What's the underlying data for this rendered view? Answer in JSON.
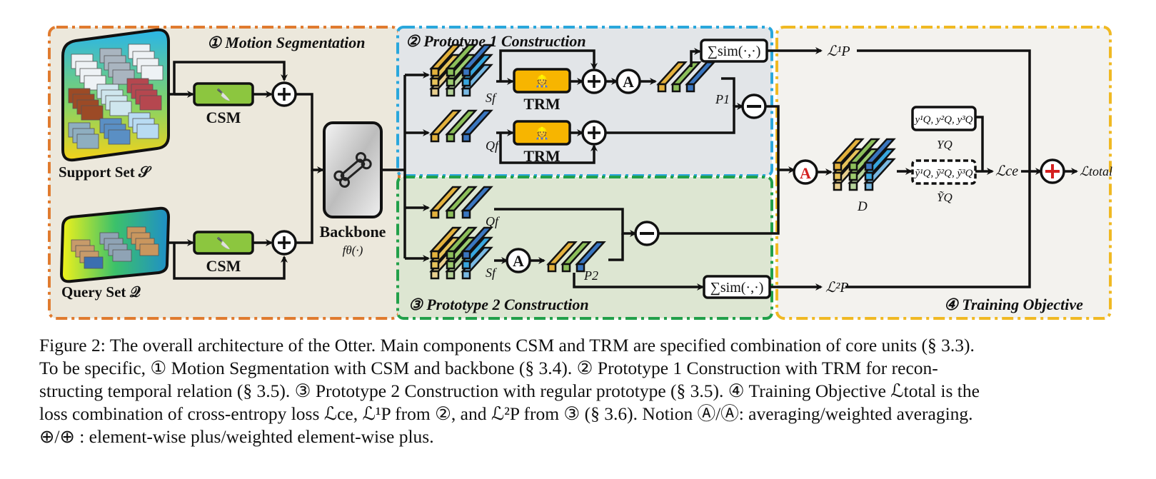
{
  "figure": {
    "sections": [
      {
        "id": "motion",
        "label": "① Motion Segmentation",
        "border_color": "#e07b2f",
        "fill": "#ece8dc"
      },
      {
        "id": "proto1",
        "label": "② Prototype 1 Construction",
        "border_color": "#2aa7dc",
        "fill": "#e2e5e8"
      },
      {
        "id": "proto2",
        "label": "③ Prototype 2 Construction",
        "border_color": "#22a04a",
        "fill": "#dde6d2"
      },
      {
        "id": "training",
        "label": "④ Training Objective",
        "border_color": "#f0b923",
        "fill": "#f3f2ee"
      }
    ],
    "support_set_label": "Support Set 𝒮",
    "query_set_label": "Query Set 𝒬",
    "csm_label": "CSM",
    "trm_label": "TRM",
    "backbone_label": "Backbone",
    "backbone_fn": "fθ(·)",
    "sf_label": "Sf",
    "qf_label": "Qf",
    "p1_label": "P1",
    "p2_label": "P2",
    "d_label": "D",
    "sim_label": "∑sim(·,·)",
    "yq_box": "y¹Q, y²Q, y³Q",
    "yq_label": "YQ",
    "ytilde_box": "ỹ¹Q, ỹ²Q, ỹ³Q",
    "ytilde_label": "ỸQ",
    "loss_p1": "ℒ¹P",
    "loss_p2": "ℒ²P",
    "loss_ce": "ℒce",
    "loss_total": "ℒtotal",
    "op_plus": "+",
    "op_minus": "−",
    "op_avg": "A",
    "colors": {
      "csm": "#8cc63f",
      "trm": "#f7b500",
      "red_op": "#d42020"
    }
  },
  "caption": {
    "lines": [
      "Figure 2: The overall architecture of the Otter. Main components CSM and TRM are specified combination of core units (§ 3.3).",
      "To be specific, ① Motion Segmentation with CSM and backbone (§ 3.4). ② Prototype 1 Construction with TRM for recon-",
      "structing temporal relation (§ 3.5). ③ Prototype 2 Construction with regular prototype (§ 3.5). ④ Training Objective ℒtotal is the",
      "loss combination of cross-entropy loss ℒce, ℒ¹P from ②, and ℒ²P from ③ (§ 3.6). Notion Ⓐ/Ⓐ: averaging/weighted averaging.",
      "⊕/⊕ : element-wise plus/weighted element-wise plus."
    ]
  }
}
